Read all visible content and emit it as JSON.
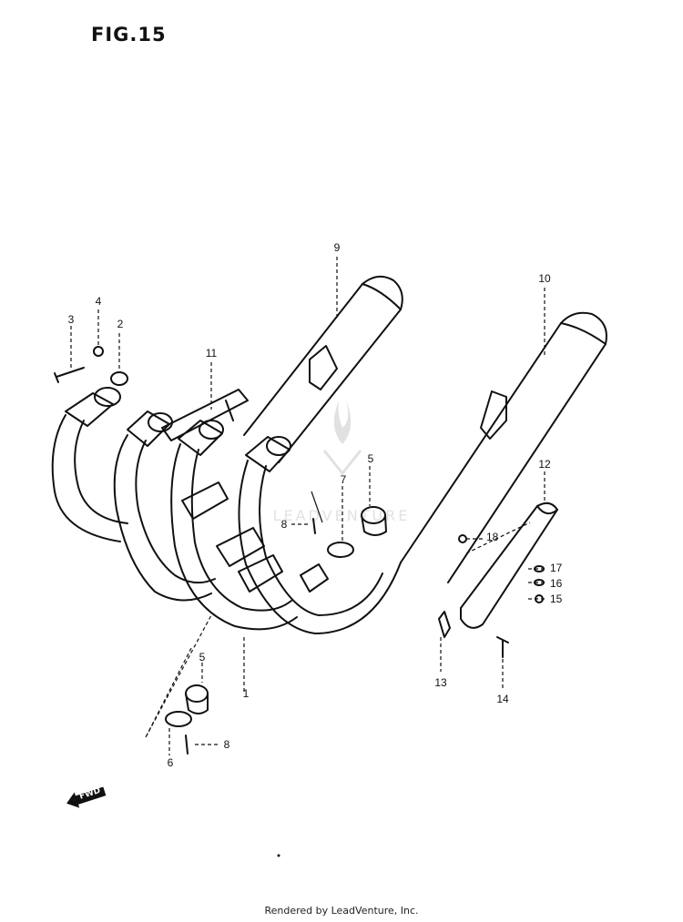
{
  "figure": {
    "title": "FIG.15"
  },
  "footer": {
    "text": "Rendered by LeadVenture, Inc."
  },
  "watermark": {
    "text": "LEADVENTURE"
  },
  "fwd_marker": {
    "label": "FWD"
  },
  "callouts": [
    "1",
    "2",
    "3",
    "4",
    "5",
    "5",
    "6",
    "7",
    "8",
    "8",
    "9",
    "10",
    "11",
    "12",
    "13",
    "14",
    "15",
    "16",
    "17",
    "18"
  ],
  "colors": {
    "line": "#111111",
    "background": "#ffffff"
  }
}
